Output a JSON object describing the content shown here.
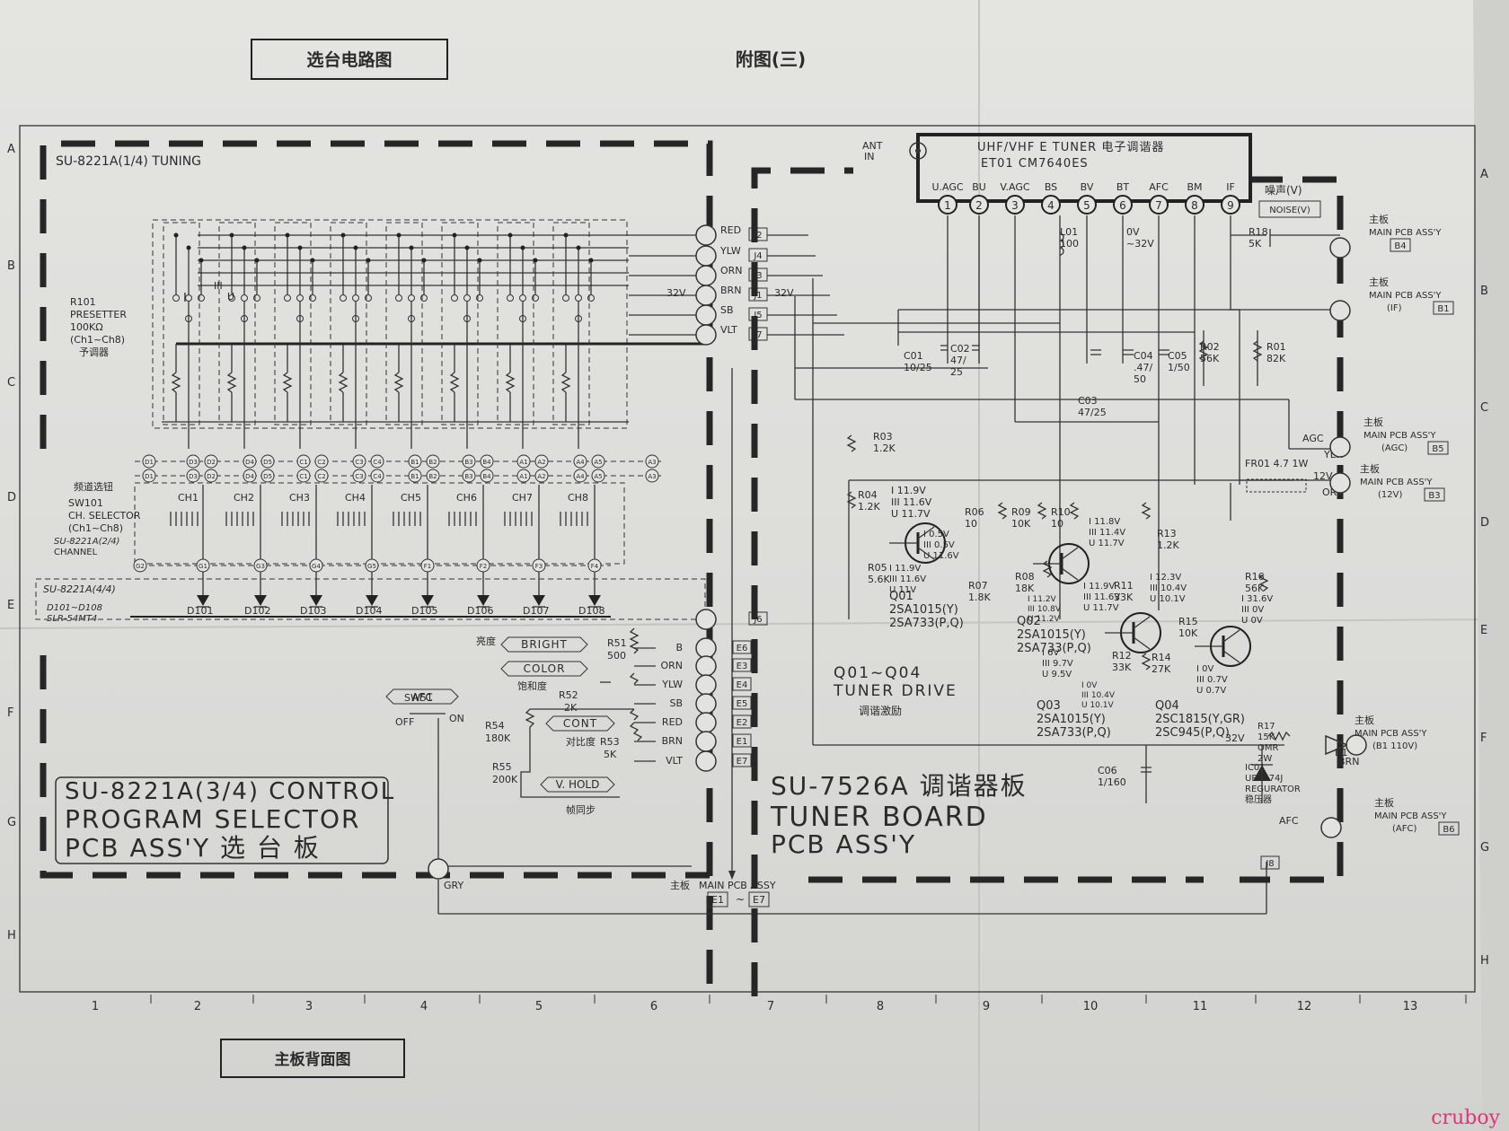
{
  "header": {
    "title_box": "选台电路图",
    "figure_title": "附图(三)",
    "bottom_box": "主板背面图",
    "watermark": "cruboy"
  },
  "grid": {
    "rows": [
      "A",
      "B",
      "C",
      "D",
      "E",
      "F",
      "G",
      "H"
    ],
    "cols": [
      "1",
      "2",
      "3",
      "4",
      "5",
      "6",
      "7",
      "8",
      "9",
      "10",
      "11",
      "12",
      "13"
    ]
  },
  "left_board": {
    "tuning_label": "SU-8221A(1/4) TUNING",
    "presetter": [
      "R101",
      "PRESETTER",
      "100KΩ",
      "(Ch1~Ch8)",
      "予调器"
    ],
    "band_marks": [
      "I",
      "III",
      "U"
    ],
    "selector": [
      "频道选钮",
      "SW101",
      "CH. SELECTOR",
      "(Ch1~Ch8)",
      "SU-8221A(2/4)",
      "CHANNEL"
    ],
    "channels": [
      "CH1",
      "CH2",
      "CH3",
      "CH4",
      "CH5",
      "CH6",
      "CH7",
      "CH8"
    ],
    "row1_nodes": [
      "D1",
      "D3",
      "D2",
      "D4",
      "D5",
      "C1",
      "C2",
      "C3",
      "C4",
      "B1",
      "B2",
      "B3",
      "B4",
      "A1",
      "A2",
      "A4",
      "A5",
      "A3"
    ],
    "diode_label": "SU-8221A(4/4)",
    "diode_part": [
      "D101~D108",
      "SLR-54MT4"
    ],
    "diode_nodes": [
      "G2",
      "G1",
      "G3",
      "G4",
      "G5",
      "F1",
      "F2",
      "F3",
      "F4"
    ],
    "diodes": [
      "D101",
      "D102",
      "D103",
      "D104",
      "D105",
      "D106",
      "D107",
      "D108"
    ]
  },
  "control": {
    "sw51": "SW51",
    "afc": "AFC",
    "off": "OFF",
    "on": "ON",
    "bright_cn": "亮度",
    "bright": "BRIGHT",
    "color": "COLOR",
    "color_cn": "饱和度",
    "cont": "CONT",
    "cont_cn": "对比度",
    "vhold": "V. HOLD",
    "vhold_cn": "帧同步",
    "r51": "R51",
    "r51v": "500",
    "r52": "R52",
    "r52v": "2K",
    "r53": "R53",
    "r53v": "5K",
    "r54": "R54",
    "r54v": "180K",
    "r55": "R55",
    "r55v": "200K",
    "wires": [
      "B",
      "ORN",
      "YLW",
      "SB",
      "RED",
      "BRN",
      "VLT"
    ],
    "e_conn": [
      "E6",
      "E3",
      "E4",
      "E5",
      "E2",
      "E1",
      "E7"
    ],
    "gry": "GRY",
    "title_lines": [
      "SU-8221A(3/4) CONTROL",
      "PROGRAM SELECTOR",
      "PCB ASS'Y 选 台 板"
    ]
  },
  "bus": {
    "wires": [
      "RED",
      "YLW",
      "ORN",
      "BRN",
      "SB",
      "VLT"
    ],
    "conns": [
      "J2",
      "J4",
      "J3",
      "J1",
      "J5",
      "J7"
    ],
    "v32": "32V",
    "j6": "J6"
  },
  "tuner": {
    "ant": [
      "ANT",
      "IN"
    ],
    "name": "UHF/VHF E TUNER 电子调谐器",
    "part": "ET01 CM7640ES",
    "pins": [
      "U.AGC",
      "BU",
      "V.AGC",
      "BS",
      "BV",
      "BT",
      "AFC",
      "BM",
      "IF"
    ],
    "noise": "噪声(V)",
    "noise_box": "NOISE(V)",
    "l01": [
      "L01",
      "100"
    ],
    "bt_v": [
      "0V",
      "~32V"
    ],
    "r18": [
      "R18",
      "5K"
    ],
    "c01": [
      "C01",
      "10/25"
    ],
    "c02": [
      "C02",
      "47/",
      "25"
    ],
    "c03": [
      "C03",
      "47/25"
    ],
    "c04": [
      "C04",
      ".47/",
      "50"
    ],
    "c05": [
      "C05",
      "1/50"
    ],
    "r02": [
      "R02",
      "56K"
    ],
    "r01": [
      "R01",
      "82K"
    ],
    "r03": [
      "R03",
      "1.2K"
    ],
    "r04": [
      "R04",
      "1.2K"
    ],
    "q01v": [
      "I 11.9V",
      "III 11.6V",
      "U 11.7V"
    ],
    "r06": [
      "R06",
      "10"
    ],
    "r09": [
      "R09",
      "10K"
    ],
    "r10": [
      "R10",
      "10"
    ],
    "q01b": [
      "I 0.5V",
      "III 0.5V",
      "U 11.6V"
    ],
    "r05": [
      "R05",
      "5.6K"
    ],
    "q01c": [
      "I 11.9V",
      "III 11.6V",
      "U 11V"
    ],
    "q01": [
      "Q01",
      "2SA1015(Y)",
      "2SA733(P,Q)"
    ],
    "r07": [
      "R07",
      "1.8K"
    ],
    "r08": [
      "R08",
      "18K"
    ],
    "q02e": [
      "I 11.8V",
      "III 11.4V",
      "U 11.7V"
    ],
    "q02b": [
      "I 11.2V",
      "III 10.8V",
      "U 11.2V"
    ],
    "q02c": [
      "I 11.9V",
      "III 11.6V",
      "U 11.7V"
    ],
    "q02": [
      "Q02",
      "2SA1015(Y)",
      "2SA733(P,Q)"
    ],
    "r11": [
      "R11",
      "33K"
    ],
    "r13": [
      "R13",
      "1.2K"
    ],
    "q03e": [
      "I 12.3V",
      "III 10.4V",
      "U 10.1V"
    ],
    "r12": [
      "R12",
      "33K"
    ],
    "r14": [
      "R14",
      "27K"
    ],
    "q03b": [
      "I 6V",
      "III 9.7V",
      "U 9.5V"
    ],
    "q03c": [
      "I 0V",
      "III 10.4V",
      "U 10.1V"
    ],
    "q03": [
      "Q03",
      "2SA1015(Y)",
      "2SA733(P,Q)"
    ],
    "r15": [
      "R15",
      "10K"
    ],
    "r16": [
      "R16",
      "56K"
    ],
    "q04c": [
      "I 31.6V",
      "III 0V",
      "U 0V"
    ],
    "q04b": [
      "I 0V",
      "III 0.7V",
      "U 0.7V"
    ],
    "q04": [
      "Q04",
      "2SC1815(Y,GR)",
      "2SC945(P,Q)"
    ],
    "drive": [
      "Q01~Q04",
      "TUNER DRIVE",
      "调谐激励"
    ],
    "fr01": "FR01 4.7 1W",
    "r17": [
      "R17",
      "15K",
      "OMR",
      "2W"
    ],
    "c06": [
      "C06",
      "1/160"
    ],
    "ic01": [
      "IC01",
      "UPC574J",
      "REGURATOR",
      "稳压器"
    ],
    "v32": "32V",
    "v12": "12V",
    "b1": "B1",
    "agc": "AGC",
    "afc": "AFC",
    "ylw": "YLW",
    "orn": "ORN",
    "brn": "BRN",
    "j8": "J8",
    "title_lines": [
      "SU-7526A 调谐器板",
      "TUNER BOARD",
      "PCB ASS'Y"
    ]
  },
  "outputs": [
    {
      "cn": "主板",
      "en": "MAIN PCB ASS'Y",
      "sig": "",
      "ref": "B4"
    },
    {
      "cn": "主板",
      "en": "MAIN PCB ASS'Y",
      "sig": "(IF)",
      "ref": "B1"
    },
    {
      "cn": "主板",
      "en": "MAIN PCB ASS'Y",
      "sig": "(AGC)",
      "ref": "B5"
    },
    {
      "cn": "主板",
      "en": "MAIN PCB ASS'Y",
      "sig": "(12V)",
      "ref": "B3"
    },
    {
      "cn": "主板",
      "en": "MAIN PCB ASS'Y",
      "sig": "(B1 110V)",
      "ref": ""
    },
    {
      "cn": "主板",
      "en": "MAIN PCB ASS'Y",
      "sig": "(AFC)",
      "ref": "B6"
    }
  ],
  "bottom_main": {
    "cn": "主板",
    "en": "MAIN PCB ASSY",
    "ref_a": "E1",
    "tilde": "~",
    "ref_b": "E7"
  }
}
